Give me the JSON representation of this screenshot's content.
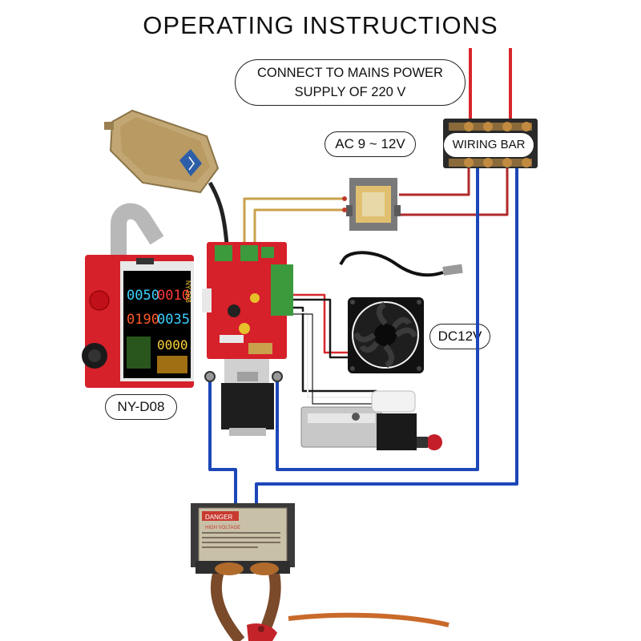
{
  "title": "OPERATING INSTRUCTIONS",
  "labels": {
    "mains_line1": "CONNECT TO MAINS POWER",
    "mains_line2": "SUPPLY OF 220 V",
    "ac_range": "AC 9 ~ 12V",
    "wiring_bar": "WIRING BAR",
    "dc": "DC12V",
    "controller": "NY-D08"
  },
  "screen": {
    "rows": [
      "0050",
      "0010",
      "0190",
      "0035",
      "0000"
    ],
    "panel_title": "NY-D08"
  },
  "transformer_label": {
    "warning": "DANGER",
    "sub": "HIGH VOLTAGE"
  },
  "colors": {
    "wire_red": "#d8262c",
    "wire_blue": "#1c47b8",
    "wire_tan": "#c9a04b",
    "wire_black": "#1a1a1a",
    "board_red": "#d6202a",
    "terminal_green": "#3c9a3c",
    "pedal": "#c2a774"
  },
  "icons": [
    "foot-pedal-icon",
    "mini-transformer-icon",
    "temperature-probe-icon",
    "cooling-fan-icon",
    "solenoid-valve-icon",
    "thyristor-module-icon",
    "welding-transformer-icon"
  ]
}
